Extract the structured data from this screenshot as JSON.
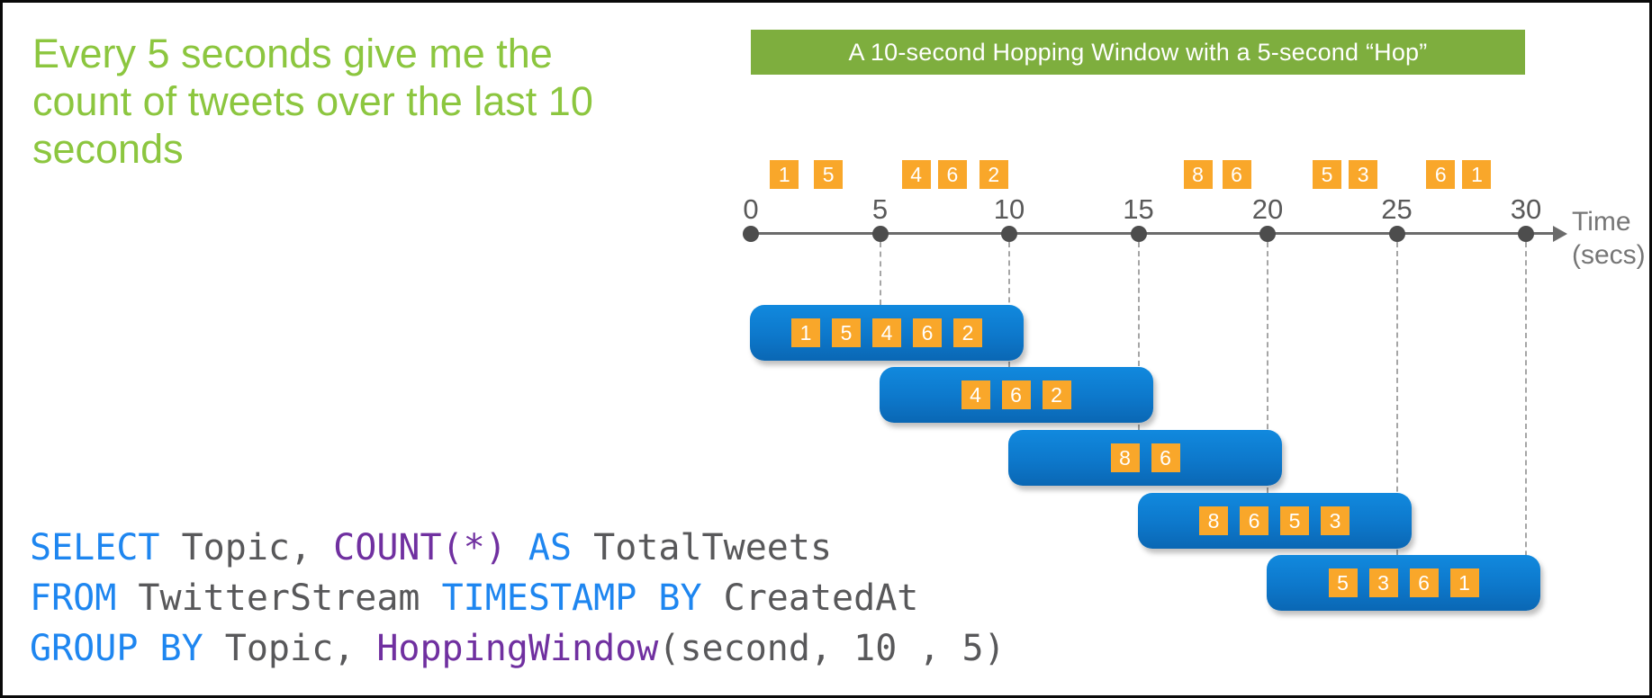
{
  "colors": {
    "green_text": "#8CC63F",
    "banner_bg": "#7EAE3E",
    "banner_text": "#FFFFFF",
    "orange": "#F9A72A",
    "dot_gray": "#4D4D4D",
    "axis_gray": "#6B6B6B",
    "label_gray": "#595959",
    "time_label_gray": "#767676",
    "dash_gray": "#A6A6A6",
    "window_blue": "#0D78CB",
    "code_keyword_blue": "#1E86F0",
    "code_function_purple": "#7030A0",
    "code_text_gray": "#58585A"
  },
  "headline": {
    "lines": [
      "Every 5 seconds give me the",
      "count of tweets over the last 10",
      "seconds"
    ]
  },
  "banner": {
    "label": "A 10-second Hopping Window with a 5-second “Hop”"
  },
  "timeline": {
    "tick_labels": [
      "0",
      "5",
      "10",
      "15",
      "20",
      "25",
      "30"
    ],
    "tick_seconds": [
      0,
      5,
      10,
      15,
      20,
      25,
      30
    ],
    "axis_label_line1": "Time",
    "axis_label_line2": "(secs)",
    "events": [
      {
        "value": "1",
        "t": 1.3
      },
      {
        "value": "5",
        "t": 3.0
      },
      {
        "value": "4",
        "t": 6.4
      },
      {
        "value": "6",
        "t": 7.8
      },
      {
        "value": "2",
        "t": 9.4
      },
      {
        "value": "8",
        "t": 17.3
      },
      {
        "value": "6",
        "t": 18.8
      },
      {
        "value": "5",
        "t": 22.3
      },
      {
        "value": "3",
        "t": 23.7
      },
      {
        "value": "6",
        "t": 26.7
      },
      {
        "value": "1",
        "t": 28.1
      }
    ]
  },
  "windows": [
    {
      "start": 0,
      "end": 10,
      "values": [
        "1",
        "5",
        "4",
        "6",
        "2"
      ]
    },
    {
      "start": 5,
      "end": 15,
      "values": [
        "4",
        "6",
        "2"
      ]
    },
    {
      "start": 10,
      "end": 20,
      "values": [
        "8",
        "6"
      ]
    },
    {
      "start": 15,
      "end": 25,
      "values": [
        "8",
        "6",
        "5",
        "3"
      ]
    },
    {
      "start": 20,
      "end": 30,
      "values": [
        "5",
        "3",
        "6",
        "1"
      ]
    }
  ],
  "code": {
    "lines": [
      [
        {
          "t": "SELECT",
          "c": "k"
        },
        {
          "t": " Topic, ",
          "c": "t"
        },
        {
          "t": "COUNT(*)",
          "c": "f"
        },
        {
          "t": " AS ",
          "c": "k"
        },
        {
          "t": "TotalTweets",
          "c": "t"
        }
      ],
      [
        {
          "t": "FROM",
          "c": "k"
        },
        {
          "t": " TwitterStream ",
          "c": "t"
        },
        {
          "t": "TIMESTAMP BY",
          "c": "k"
        },
        {
          "t": " CreatedAt",
          "c": "t"
        }
      ],
      [
        {
          "t": "GROUP BY",
          "c": "k"
        },
        {
          "t": " Topic, ",
          "c": "t"
        },
        {
          "t": "HoppingWindow",
          "c": "f"
        },
        {
          "t": "(second, 10 , 5)",
          "c": "t"
        }
      ]
    ]
  }
}
